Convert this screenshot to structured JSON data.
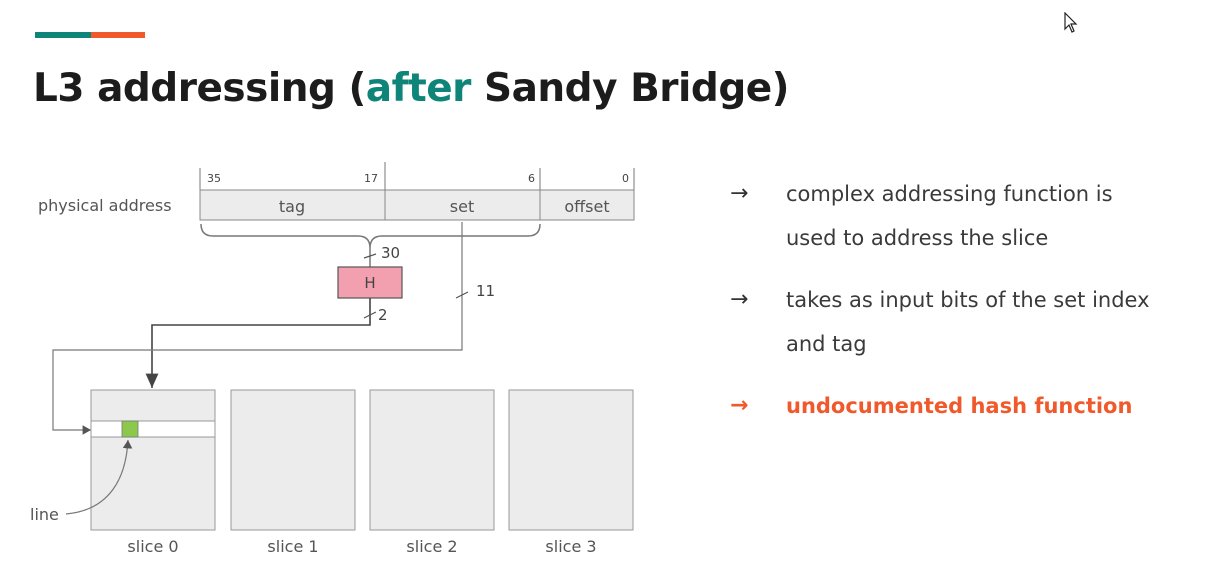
{
  "slide": {
    "title_prefix": "L3 addressing (",
    "title_highlight": "after",
    "title_suffix": " Sandy Bridge)",
    "colors": {
      "teal": "#0e8578",
      "orange": "#f0592b",
      "hash_fill": "#f2a0b0",
      "line_fill": "#8cc84b"
    }
  },
  "diagram": {
    "address_label": "physical address",
    "bit_labels": {
      "b35": "35",
      "b17": "17",
      "b6": "6",
      "b0": "0"
    },
    "fields": {
      "tag": "tag",
      "set": "set",
      "offset": "offset"
    },
    "hash_label": "H",
    "width_in": "30",
    "width_set": "11",
    "width_out": "2",
    "line_label": "line",
    "slices": [
      "slice 0",
      "slice 1",
      "slice 2",
      "slice 3"
    ]
  },
  "bullets": [
    {
      "arrow": "→",
      "text": "complex addressing function is used to address the slice"
    },
    {
      "arrow": "→",
      "text": "takes as input bits of the set index and tag"
    },
    {
      "arrow": "→",
      "text": "undocumented hash function"
    }
  ],
  "icons": {
    "cursor": "mouse-pointer-icon"
  }
}
